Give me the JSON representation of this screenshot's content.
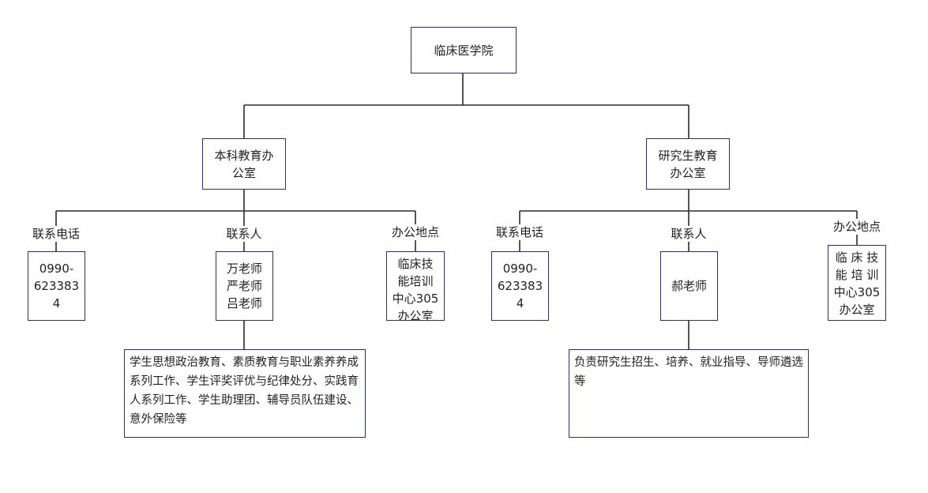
{
  "root": {
    "title": "临床医学院"
  },
  "undergrad": {
    "title": "本科教育办\n公室",
    "phone_label": "联系电话",
    "phone": "0990-\n623383\n4",
    "contact_label": "联系人",
    "contacts": "万老师\n严老师\n吕老师",
    "office_label": "办公地点",
    "office": "临床技\n能培训\n中心305\n办公室",
    "duties": "学生思想政治教育、素质教育与职业素养养成系列工作、学生评奖评优与纪律处分、实践育人系列工作、学生助理团、辅导员队伍建设、意外保险等"
  },
  "graduate": {
    "title": "研究生教育\n办公室",
    "phone_label": "联系电话",
    "phone": "0990-\n623383\n4",
    "contact_label": "联系人",
    "contacts": "郝老师",
    "office_label": "办公地点",
    "office": "临 床 技\n能 培 训\n中心305\n办公室",
    "duties": "负责研究生招生、培养、就业指导、导师遴选等"
  },
  "colors": {
    "box_border": "#2b2f6b",
    "line": "#2b2b2b",
    "text": "#222222"
  }
}
